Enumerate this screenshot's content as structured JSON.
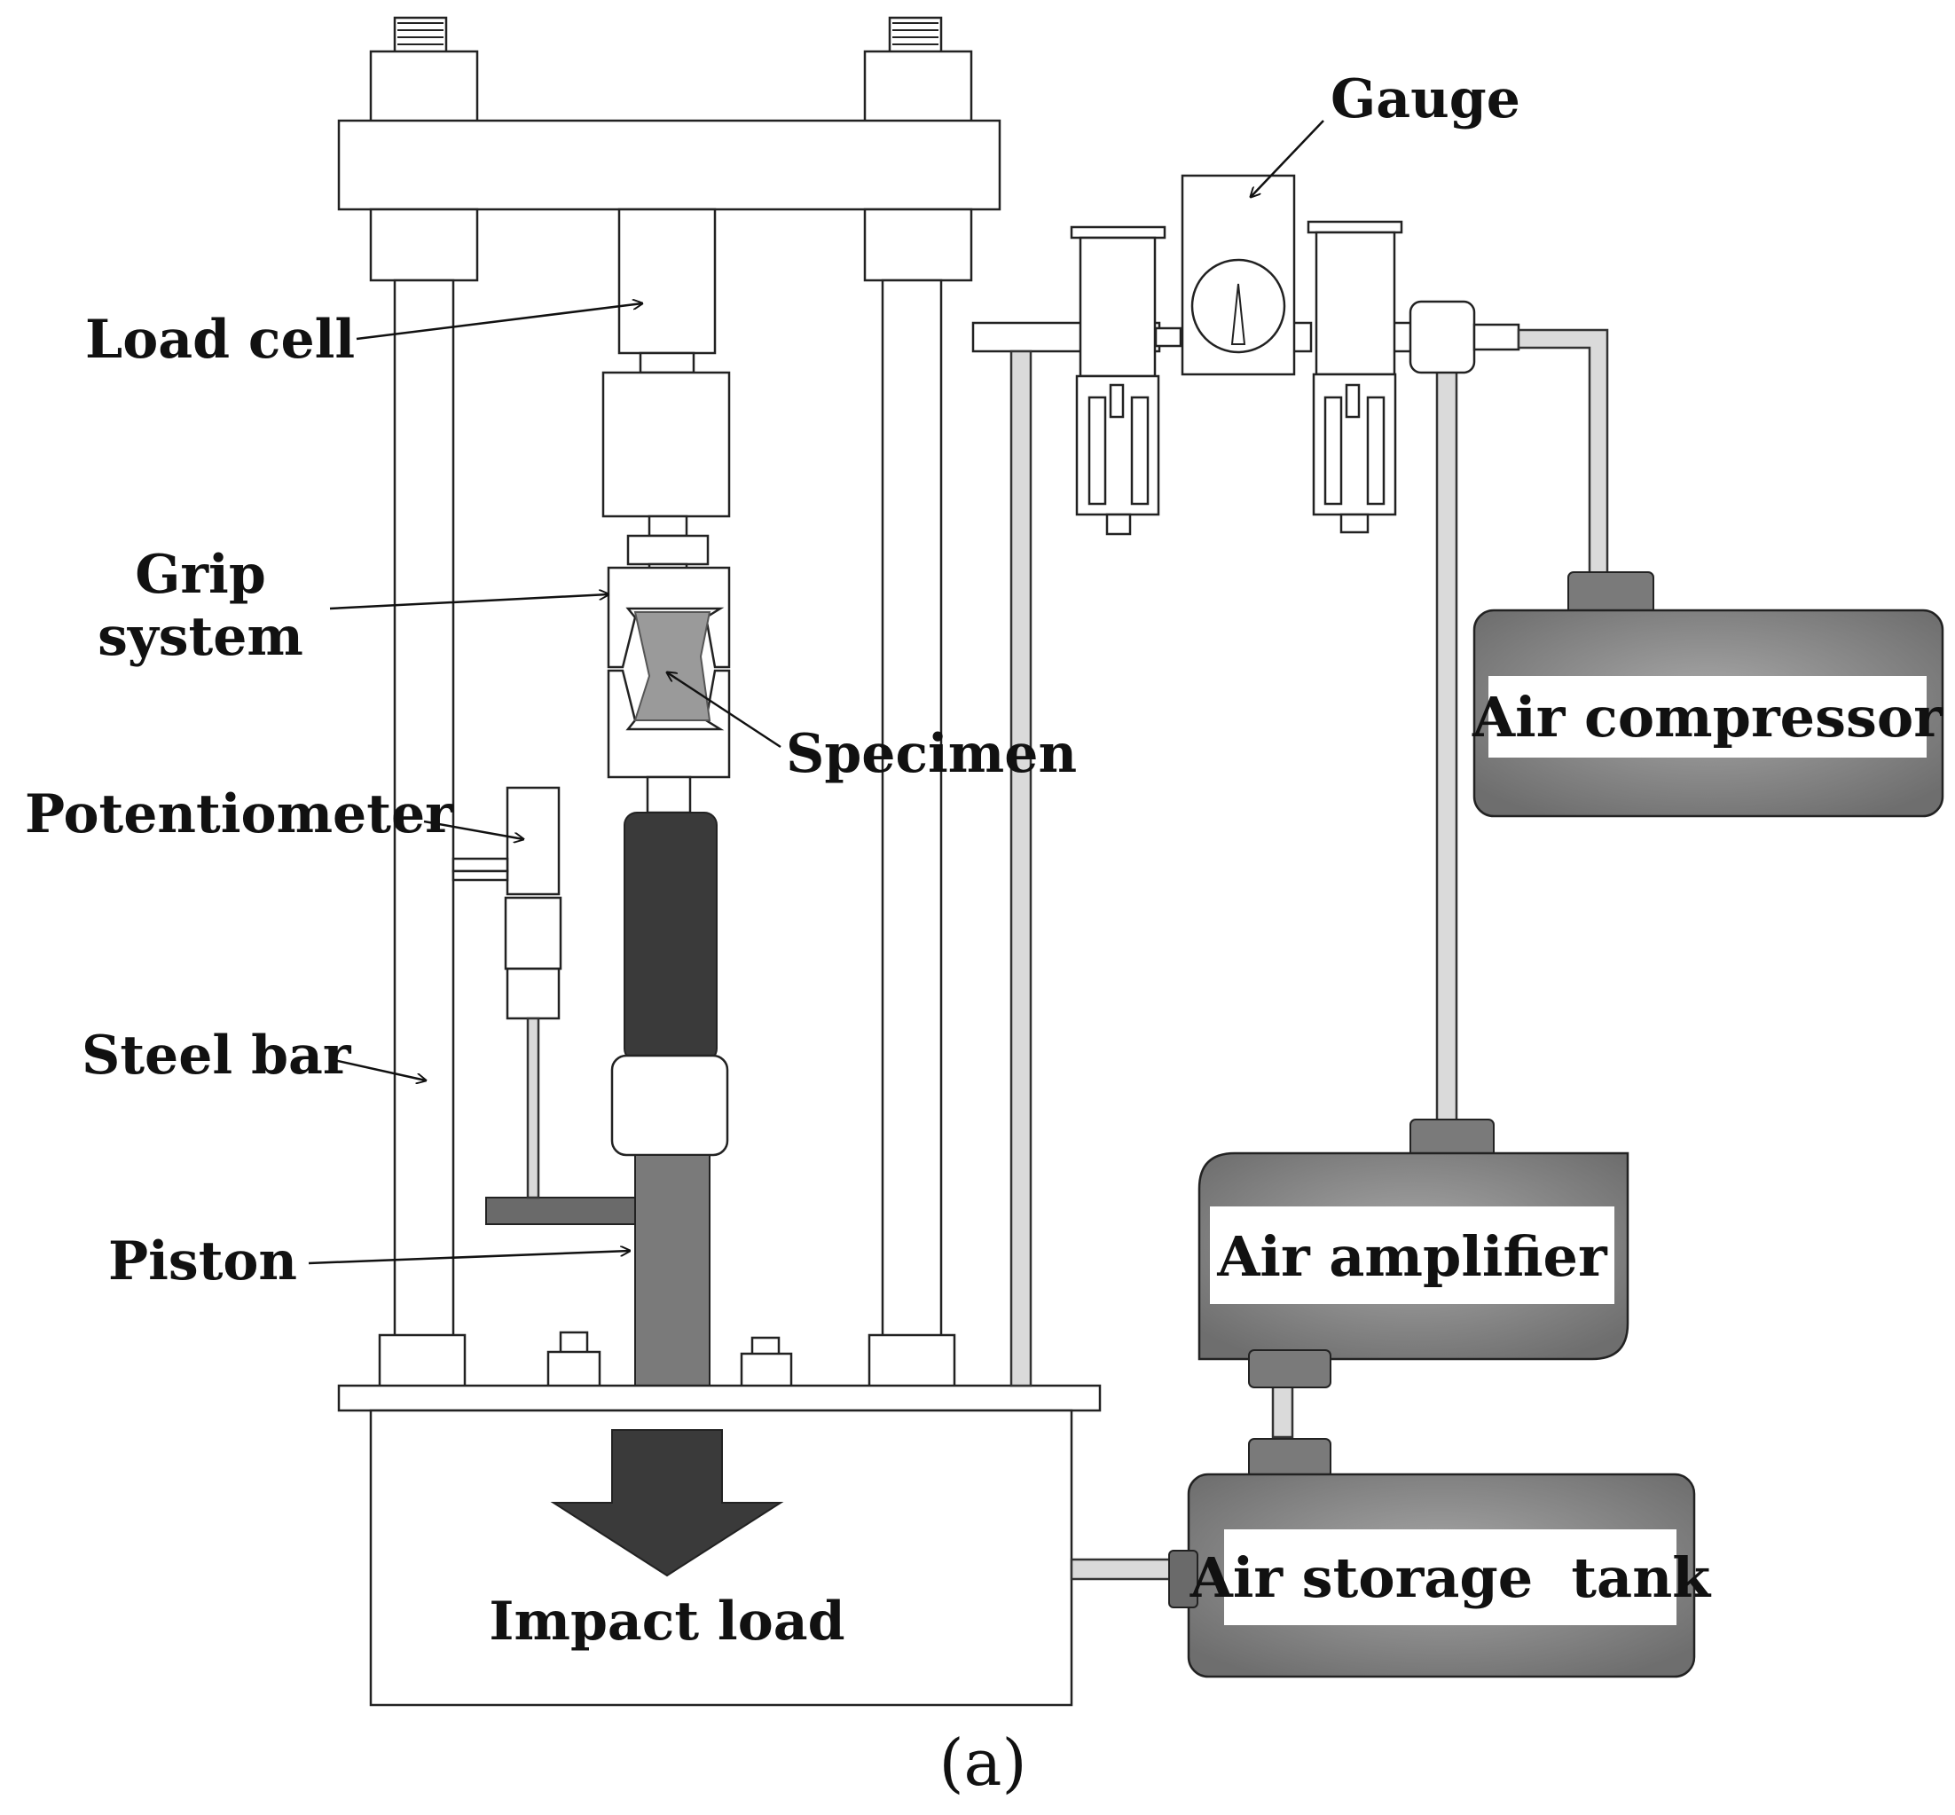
{
  "labels": {
    "load_cell": "Load cell",
    "grip_system_line1": "Grip",
    "grip_system_line2": "system",
    "specimen": "Specimen",
    "potentiometer": "Potentiometer",
    "steel_bar": "Steel bar",
    "piston": "Piston",
    "gauge": "Gauge",
    "impact_load": "Impact load"
  },
  "components": {
    "air_compressor": "Air compressor",
    "air_amplifier": "Air amplifier",
    "air_storage_tank": "Air storage  tank"
  },
  "caption": "(a)",
  "colors": {
    "tank_fill": "#7a7a7a",
    "tank_highlight": "#a8a8a8",
    "piston_dark": "#3a3a3a",
    "piston_mid": "#7a7a7a",
    "specimen": "#9a9a9a",
    "arrow": "#3a3a3a",
    "pipe": "#dadada",
    "outline": "#222222"
  }
}
